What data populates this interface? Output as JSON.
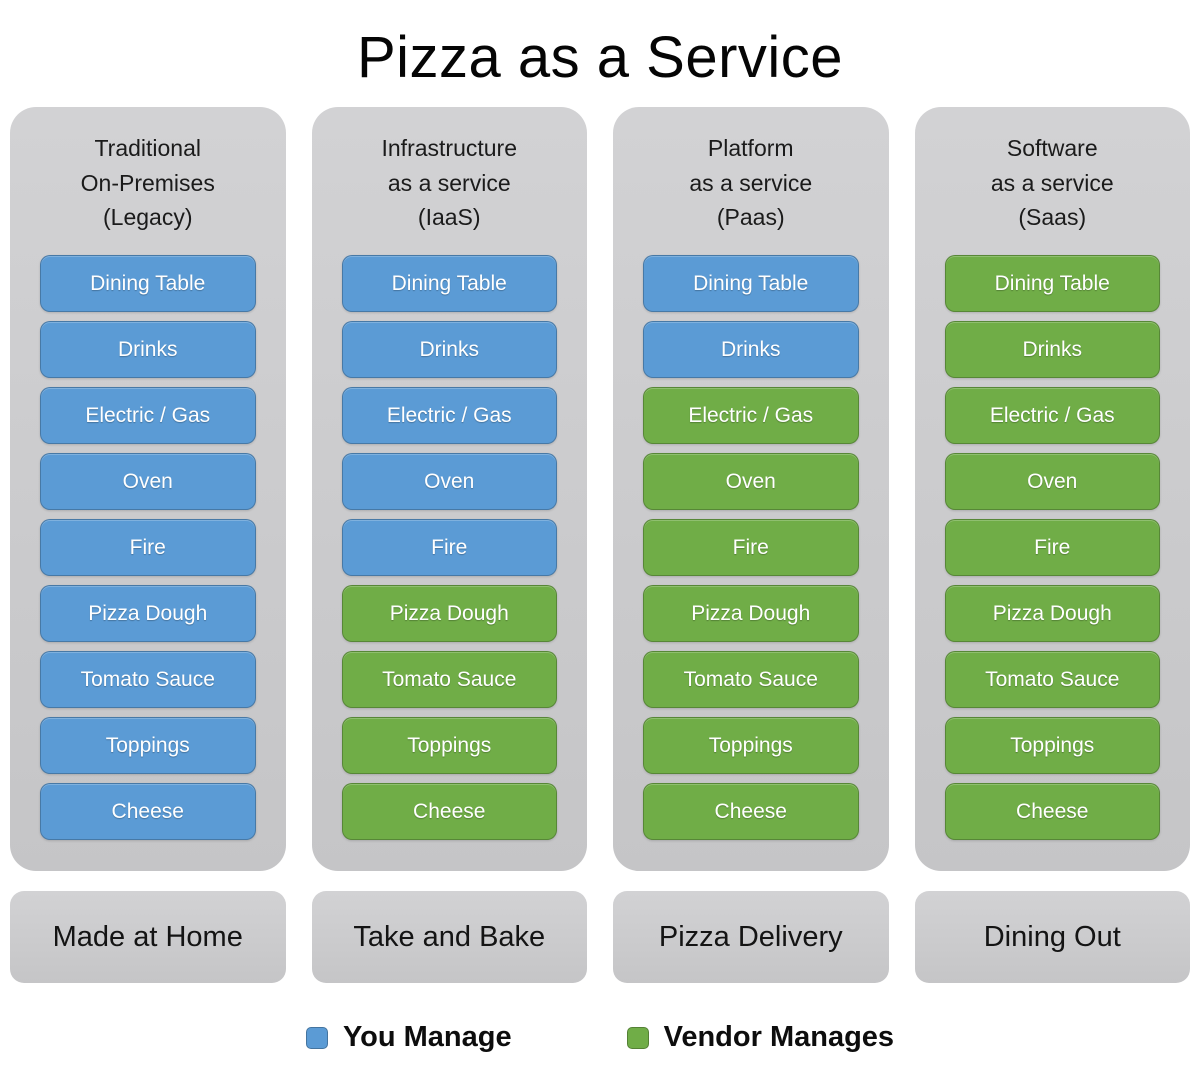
{
  "title": "Pizza as a Service",
  "colors": {
    "you_manage": "#5b9bd5",
    "vendor_manages": "#70ad47"
  },
  "columns": [
    {
      "header_lines": [
        "Traditional",
        "On-Premises",
        "(Legacy)"
      ],
      "footer": "Made at Home",
      "items": [
        {
          "label": "Dining Table",
          "managed_by": "you"
        },
        {
          "label": "Drinks",
          "managed_by": "you"
        },
        {
          "label": "Electric / Gas",
          "managed_by": "you"
        },
        {
          "label": "Oven",
          "managed_by": "you"
        },
        {
          "label": "Fire",
          "managed_by": "you"
        },
        {
          "label": "Pizza Dough",
          "managed_by": "you"
        },
        {
          "label": "Tomato Sauce",
          "managed_by": "you"
        },
        {
          "label": "Toppings",
          "managed_by": "you"
        },
        {
          "label": "Cheese",
          "managed_by": "you"
        }
      ]
    },
    {
      "header_lines": [
        "Infrastructure",
        "as a service",
        "(IaaS)"
      ],
      "footer": "Take and Bake",
      "items": [
        {
          "label": "Dining Table",
          "managed_by": "you"
        },
        {
          "label": "Drinks",
          "managed_by": "you"
        },
        {
          "label": "Electric / Gas",
          "managed_by": "you"
        },
        {
          "label": "Oven",
          "managed_by": "you"
        },
        {
          "label": "Fire",
          "managed_by": "you"
        },
        {
          "label": "Pizza Dough",
          "managed_by": "vendor"
        },
        {
          "label": "Tomato Sauce",
          "managed_by": "vendor"
        },
        {
          "label": "Toppings",
          "managed_by": "vendor"
        },
        {
          "label": "Cheese",
          "managed_by": "vendor"
        }
      ]
    },
    {
      "header_lines": [
        "Platform",
        "as a service",
        "(Paas)"
      ],
      "footer": "Pizza Delivery",
      "items": [
        {
          "label": "Dining Table",
          "managed_by": "you"
        },
        {
          "label": "Drinks",
          "managed_by": "you"
        },
        {
          "label": "Electric / Gas",
          "managed_by": "vendor"
        },
        {
          "label": "Oven",
          "managed_by": "vendor"
        },
        {
          "label": "Fire",
          "managed_by": "vendor"
        },
        {
          "label": "Pizza Dough",
          "managed_by": "vendor"
        },
        {
          "label": "Tomato Sauce",
          "managed_by": "vendor"
        },
        {
          "label": "Toppings",
          "managed_by": "vendor"
        },
        {
          "label": "Cheese",
          "managed_by": "vendor"
        }
      ]
    },
    {
      "header_lines": [
        "Software",
        "as a service",
        "(Saas)"
      ],
      "footer": "Dining Out",
      "items": [
        {
          "label": "Dining Table",
          "managed_by": "vendor"
        },
        {
          "label": "Drinks",
          "managed_by": "vendor"
        },
        {
          "label": "Electric / Gas",
          "managed_by": "vendor"
        },
        {
          "label": "Oven",
          "managed_by": "vendor"
        },
        {
          "label": "Fire",
          "managed_by": "vendor"
        },
        {
          "label": "Pizza Dough",
          "managed_by": "vendor"
        },
        {
          "label": "Tomato Sauce",
          "managed_by": "vendor"
        },
        {
          "label": "Toppings",
          "managed_by": "vendor"
        },
        {
          "label": "Cheese",
          "managed_by": "vendor"
        }
      ]
    }
  ],
  "legend": [
    {
      "label": "You Manage",
      "color_key": "you_manage"
    },
    {
      "label": "Vendor Manages",
      "color_key": "vendor_manages"
    }
  ]
}
